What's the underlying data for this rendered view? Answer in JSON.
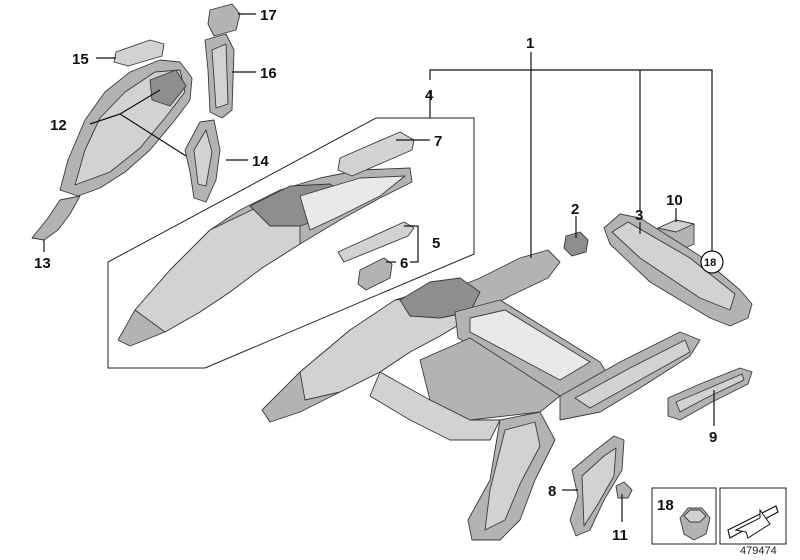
{
  "diagram": {
    "callouts": [
      {
        "id": "c1",
        "text": "1"
      },
      {
        "id": "c2",
        "text": "2"
      },
      {
        "id": "c3",
        "text": "3"
      },
      {
        "id": "c4",
        "text": "4"
      },
      {
        "id": "c5",
        "text": "5"
      },
      {
        "id": "c6",
        "text": "6"
      },
      {
        "id": "c7",
        "text": "7"
      },
      {
        "id": "c8",
        "text": "8"
      },
      {
        "id": "c9",
        "text": "9"
      },
      {
        "id": "c10",
        "text": "10"
      },
      {
        "id": "c11",
        "text": "11"
      },
      {
        "id": "c12",
        "text": "12"
      },
      {
        "id": "c13",
        "text": "13"
      },
      {
        "id": "c14",
        "text": "14"
      },
      {
        "id": "c15",
        "text": "15"
      },
      {
        "id": "c16",
        "text": "16"
      },
      {
        "id": "c17",
        "text": "17"
      },
      {
        "id": "c18",
        "text": "18"
      }
    ],
    "legend_box_label": "18",
    "document_number": "479474"
  }
}
